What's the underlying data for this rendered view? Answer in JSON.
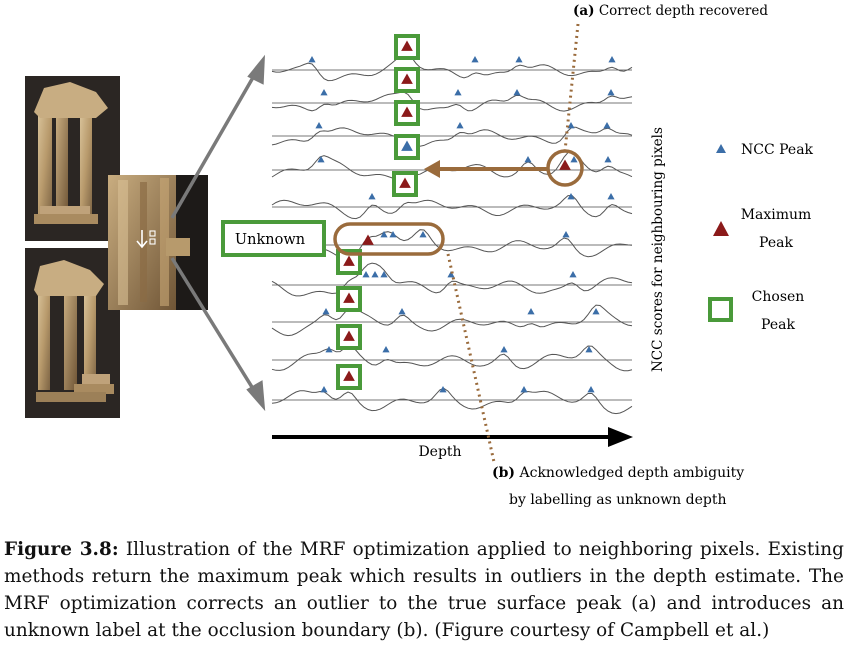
{
  "figure": {
    "annotation_a": {
      "letter": "(a)",
      "text": " Correct depth recovered"
    },
    "annotation_b": {
      "letter": "(b)",
      "text": " Acknowledged depth ambiguity",
      "line2": "by labelling as unknown depth"
    },
    "unknown_label": "Unknown",
    "depth_axis_label": "Depth",
    "vertical_axis_label": "NCC scores for neighbouring pixels",
    "legend": {
      "ncc_peak": "NCC Peak",
      "maximum_peak_line1": "Maximum",
      "maximum_peak_line2": "Peak",
      "chosen_peak_line1": "Chosen",
      "chosen_peak_line2": "Peak"
    },
    "colors": {
      "ncc_peak": "#3b6ea8",
      "maximum_peak": "#8b1a1a",
      "chosen_box": "#4a9a3a",
      "brown": "#9a6b3c",
      "arrow": "#7a7a7a"
    }
  },
  "caption": {
    "label": "Figure 3.8:",
    "text": " Illustration of the MRF optimization applied to neighboring pixels. Existing methods return the maximum peak which results in outliers in the depth estimate. The MRF optimization corrects an outlier to the true surface peak (a) and introduces an unknown label at the occlusion boundary (b). (Figure courtesy of Campbell et al.)"
  }
}
